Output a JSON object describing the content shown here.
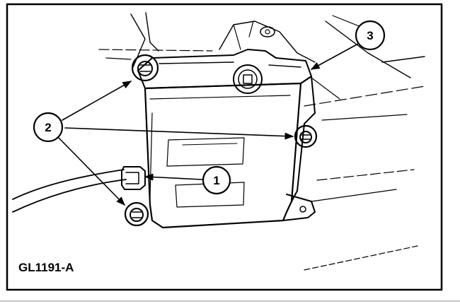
{
  "figure": {
    "id_label": "GL1191-A"
  },
  "callouts": [
    {
      "label": "1"
    },
    {
      "label": "2"
    },
    {
      "label": "3"
    }
  ]
}
